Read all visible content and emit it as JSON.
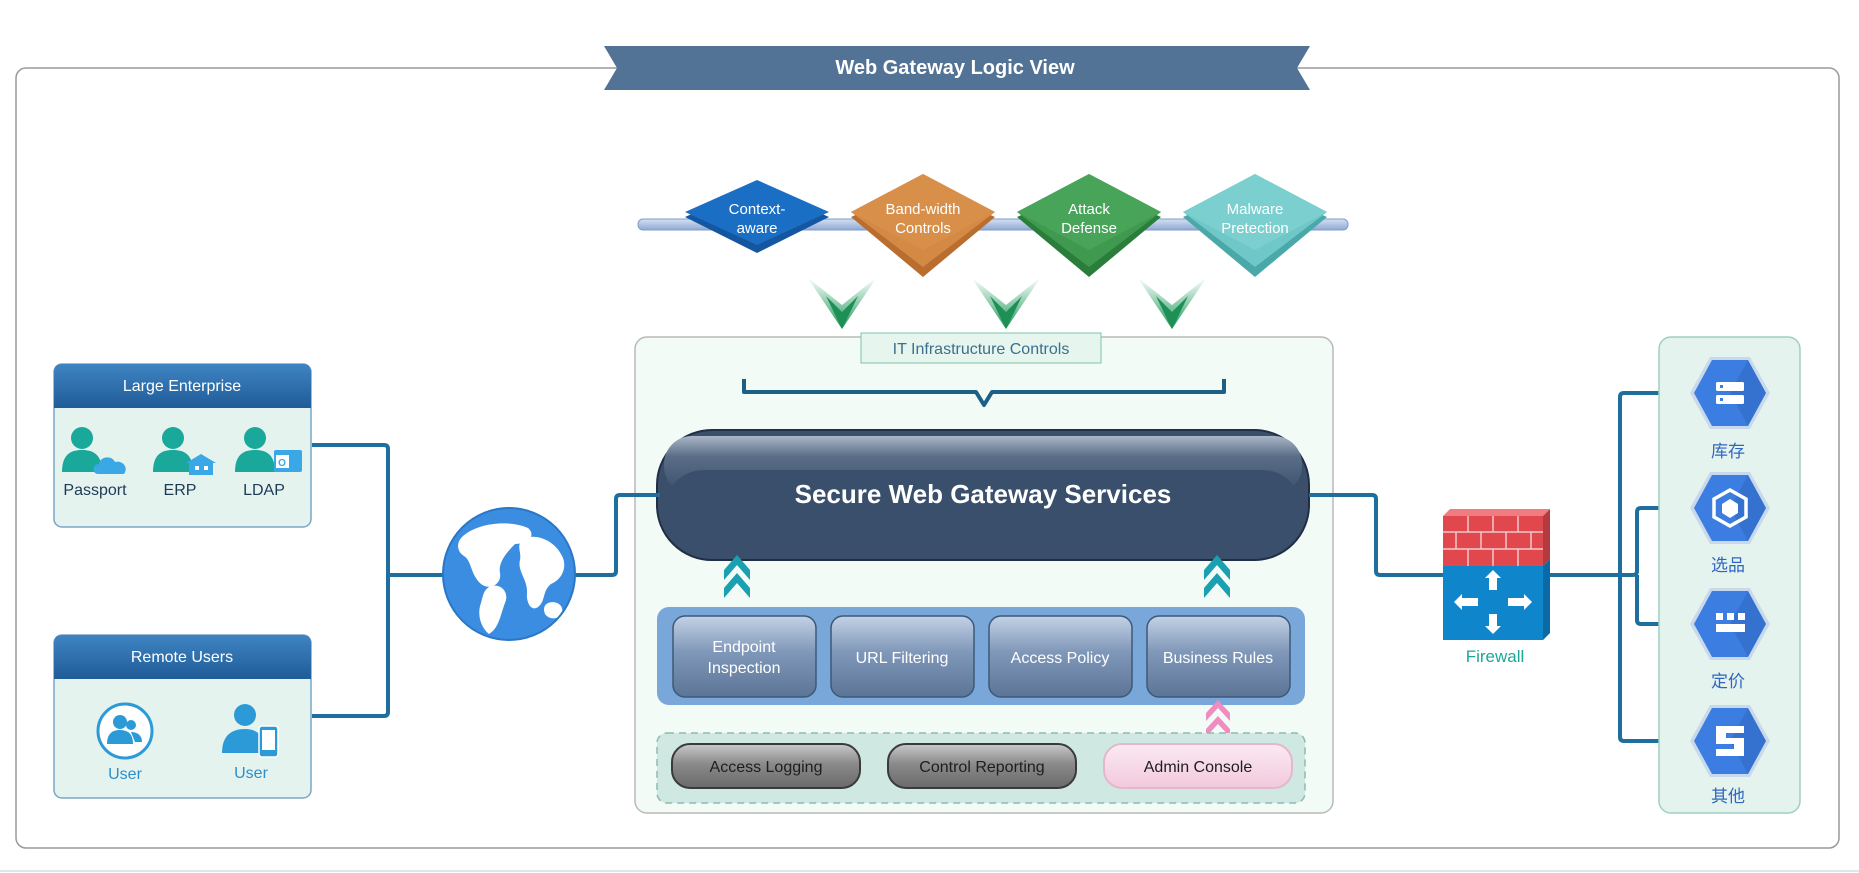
{
  "title": "Web Gateway Logic View",
  "controls": [
    {
      "line1": "Context-",
      "line2": "aware",
      "color": "#1a6fc4"
    },
    {
      "line1": "Band-width",
      "line2": "Controls",
      "color": "#d48a45"
    },
    {
      "line1": "Attack",
      "line2": "Defense",
      "color": "#3f9a4f"
    },
    {
      "line1": "Malware",
      "line2": "Pretection",
      "color": "#6fc7c7"
    }
  ],
  "infra_label": "IT Infrastructure Controls",
  "main_service": "Secure Web Gateway Services",
  "services": [
    {
      "line1": "Endpoint",
      "line2": "Inspection"
    },
    {
      "line1": "URL Filtering",
      "line2": ""
    },
    {
      "line1": "Access Policy",
      "line2": ""
    },
    {
      "line1": "Business Rules",
      "line2": ""
    }
  ],
  "bottom_tools": [
    "Access Logging",
    "Control Reporting",
    "Admin Console"
  ],
  "large_enterprise": {
    "header": "Large Enterprise",
    "items": [
      "Passport",
      "ERP",
      "LDAP"
    ]
  },
  "remote_users": {
    "header": "Remote Users",
    "items": [
      "User",
      "User"
    ]
  },
  "firewall_label": "Firewall",
  "right_items": [
    "库存",
    "选品",
    "定价",
    "其他"
  ],
  "colors": {
    "title_banner": "#527396",
    "header_blue": "#2a6aa8",
    "teal": "#1aa89a",
    "connector": "#1e6e9e",
    "hex_blue": "#3b7de0"
  }
}
